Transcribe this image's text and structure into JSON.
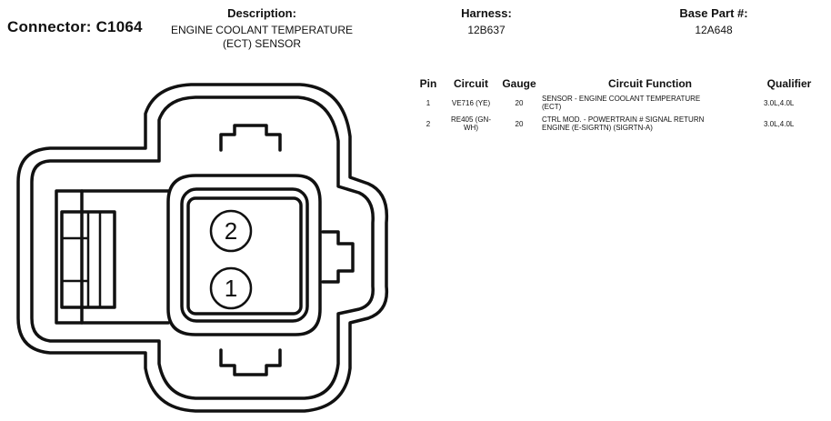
{
  "connector": {
    "title": "Connector: C1064"
  },
  "header": {
    "description_label": "Description:",
    "description_line1": "ENGINE COOLANT TEMPERATURE",
    "description_line2": "(ECT) SENSOR",
    "harness_label": "Harness:",
    "harness_value": "12B637",
    "base_part_label": "Base Part #:",
    "base_part_value": "12A648"
  },
  "table": {
    "headers": {
      "pin": "Pin",
      "circuit": "Circuit",
      "gauge": "Gauge",
      "function": "Circuit Function",
      "qualifier": "Qualifier"
    },
    "rows": [
      {
        "pin": "1",
        "circuit": "VE716 (YE)",
        "gauge": "20",
        "function_line1": "SENSOR - ENGINE COOLANT TEMPERATURE",
        "function_line2": "(ECT)",
        "qualifier": "3.0L,4.0L"
      },
      {
        "pin": "2",
        "circuit_line1": "RE405 (GN-",
        "circuit_line2": "WH)",
        "gauge": "20",
        "function_line1": "CTRL MOD. - POWERTRAIN # SIGNAL RETURN",
        "function_line2": "ENGINE (E-SIGRTN) (SIGRTN-A)",
        "qualifier": "3.0L,4.0L"
      }
    ]
  },
  "diagram": {
    "pin_top": "2",
    "pin_bottom": "1"
  }
}
